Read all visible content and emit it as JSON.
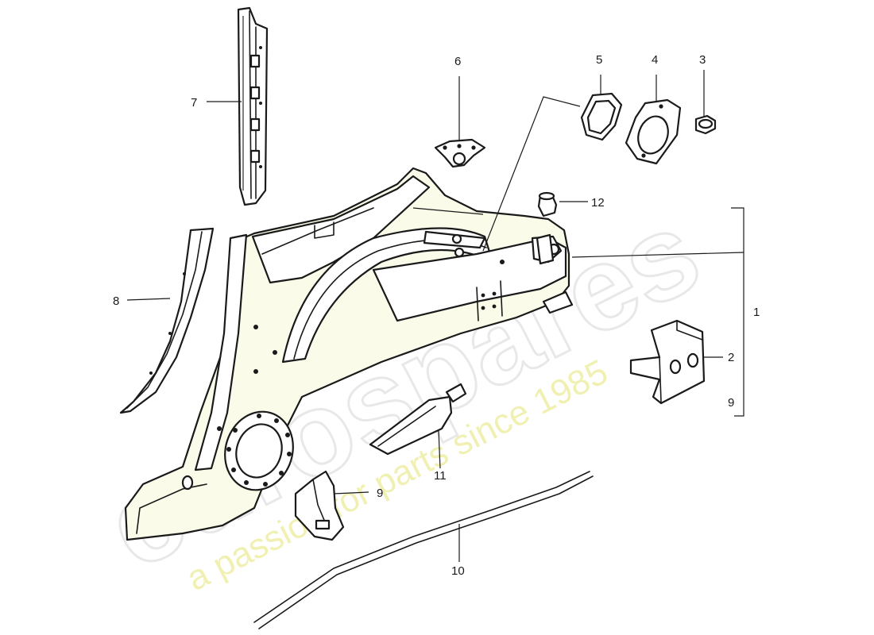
{
  "watermark": {
    "brand": "eurospares",
    "tagline": "a passion for parts since 1985",
    "brand_color": "#d6d6d6",
    "tagline_color": "#e6e685"
  },
  "callouts": [
    {
      "id": "c1",
      "label": "1"
    },
    {
      "id": "c2",
      "label": "2"
    },
    {
      "id": "c3",
      "label": "3"
    },
    {
      "id": "c4",
      "label": "4"
    },
    {
      "id": "c5",
      "label": "5"
    },
    {
      "id": "c6",
      "label": "6"
    },
    {
      "id": "c7",
      "label": "7"
    },
    {
      "id": "c8",
      "label": "8"
    },
    {
      "id": "c9a",
      "label": "9"
    },
    {
      "id": "c9b",
      "label": "9"
    },
    {
      "id": "c10",
      "label": "10"
    },
    {
      "id": "c11",
      "label": "11"
    },
    {
      "id": "c12",
      "label": "12"
    }
  ]
}
